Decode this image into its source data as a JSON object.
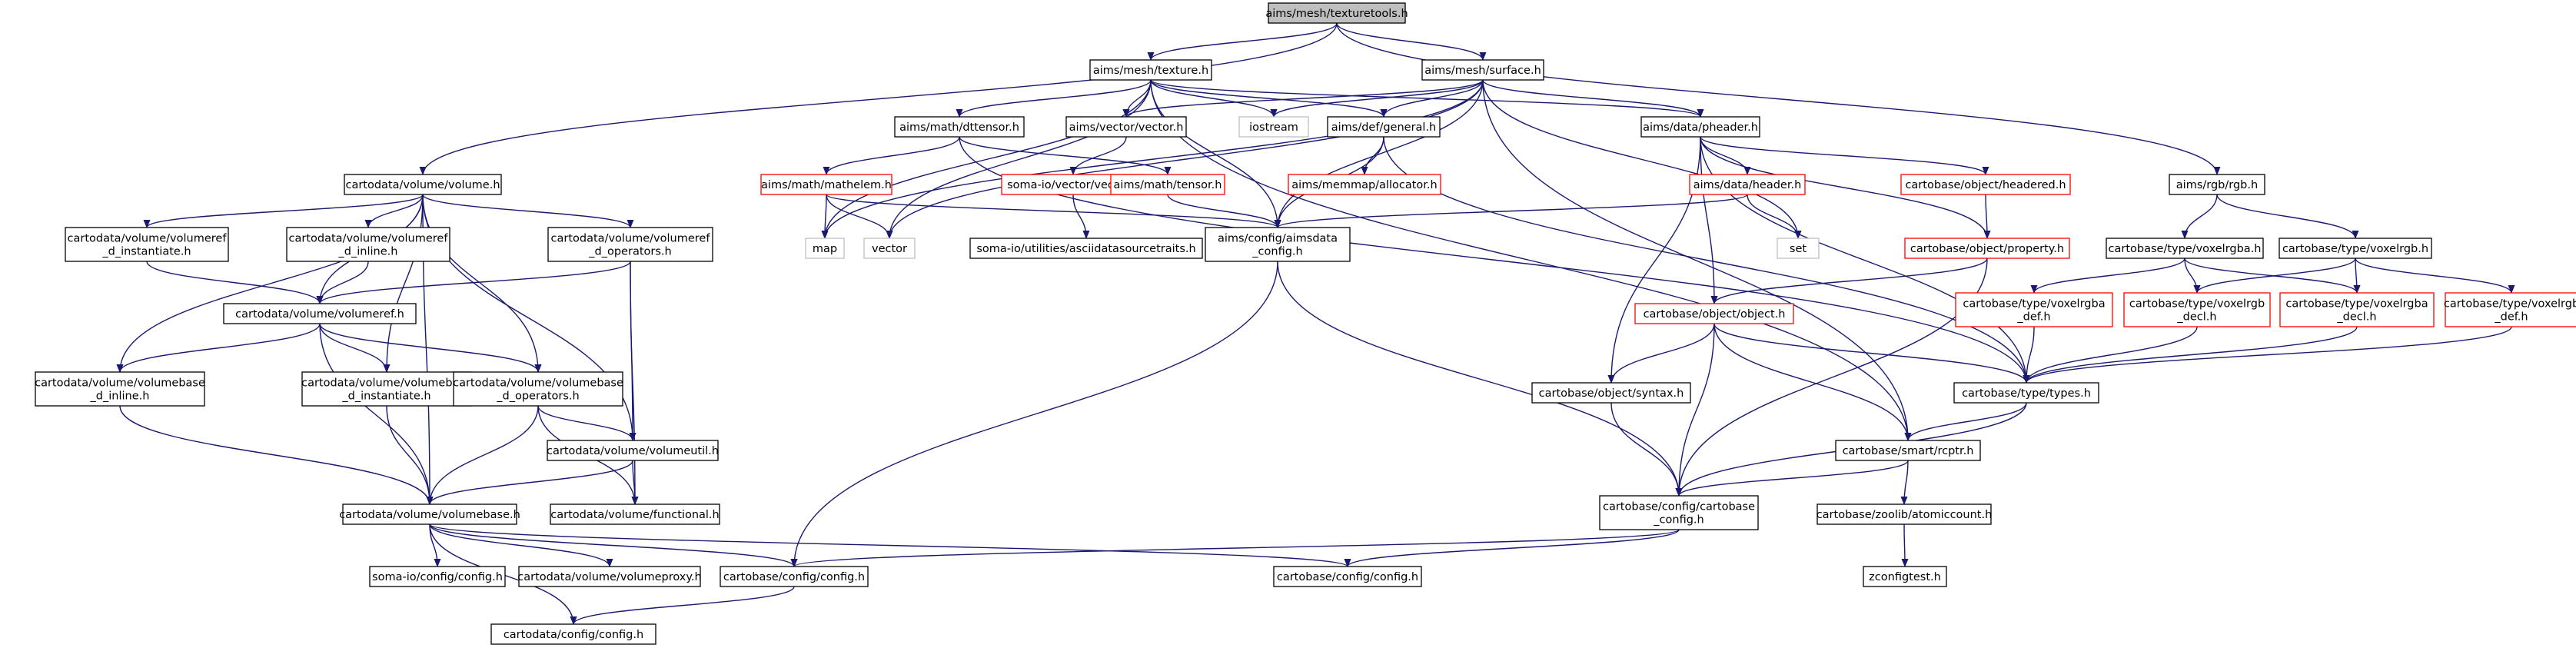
{
  "colors": {
    "root_fill": "#bfbfbf",
    "root_stroke": "#000000",
    "doc_stroke": "#000000",
    "undoc_stroke": "#ff0000",
    "system_stroke": "#bfbfbf",
    "edge": "#191970",
    "background": "#ffffff"
  },
  "nodes": [
    {
      "id": "texturetools",
      "lines": [
        "aims/mesh/texturetools.h"
      ],
      "kind": "root"
    },
    {
      "id": "texture",
      "lines": [
        "aims/mesh/texture.h"
      ],
      "kind": "doc"
    },
    {
      "id": "surface",
      "lines": [
        "aims/mesh/surface.h"
      ],
      "kind": "doc"
    },
    {
      "id": "volume",
      "lines": [
        "cartodata/volume/volume.h"
      ],
      "kind": "doc"
    },
    {
      "id": "rgb",
      "lines": [
        "aims/rgb/rgb.h"
      ],
      "kind": "doc"
    },
    {
      "id": "dttensor",
      "lines": [
        "aims/math/dttensor.h"
      ],
      "kind": "doc"
    },
    {
      "id": "vector_h",
      "lines": [
        "aims/vector/vector.h"
      ],
      "kind": "doc"
    },
    {
      "id": "iostream",
      "lines": [
        "iostream"
      ],
      "kind": "system"
    },
    {
      "id": "general",
      "lines": [
        "aims/def/general.h"
      ],
      "kind": "doc"
    },
    {
      "id": "pheader",
      "lines": [
        "aims/data/pheader.h"
      ],
      "kind": "doc"
    },
    {
      "id": "mathelem",
      "lines": [
        "aims/math/mathelem.h"
      ],
      "kind": "undoc"
    },
    {
      "id": "somaio_vector",
      "lines": [
        "soma-io/vector/vector.h"
      ],
      "kind": "undoc"
    },
    {
      "id": "tensor",
      "lines": [
        "aims/math/tensor.h"
      ],
      "kind": "undoc"
    },
    {
      "id": "allocator",
      "lines": [
        "aims/memmap/allocator.h"
      ],
      "kind": "undoc"
    },
    {
      "id": "header",
      "lines": [
        "aims/data/header.h"
      ],
      "kind": "undoc"
    },
    {
      "id": "headered",
      "lines": [
        "cartobase/object/headered.h"
      ],
      "kind": "undoc"
    },
    {
      "id": "map",
      "lines": [
        "map"
      ],
      "kind": "system"
    },
    {
      "id": "vector_std",
      "lines": [
        "vector"
      ],
      "kind": "system"
    },
    {
      "id": "asciidata",
      "lines": [
        "soma-io/utilities/asciidatasourcetraits.h"
      ],
      "kind": "doc"
    },
    {
      "id": "aimsdata_config",
      "lines": [
        "aims/config/aimsdata",
        "_config.h"
      ],
      "kind": "doc"
    },
    {
      "id": "set",
      "lines": [
        "set"
      ],
      "kind": "system"
    },
    {
      "id": "property",
      "lines": [
        "cartobase/object/property.h"
      ],
      "kind": "undoc"
    },
    {
      "id": "voxelrgba",
      "lines": [
        "cartobase/type/voxelrgba.h"
      ],
      "kind": "doc"
    },
    {
      "id": "voxelrgb",
      "lines": [
        "cartobase/type/voxelrgb.h"
      ],
      "kind": "doc"
    },
    {
      "id": "vr_instantiate",
      "lines": [
        "cartodata/volume/volumeref",
        "_d_instantiate.h"
      ],
      "kind": "doc"
    },
    {
      "id": "vr_inline",
      "lines": [
        "cartodata/volume/volumeref",
        "_d_inline.h"
      ],
      "kind": "doc"
    },
    {
      "id": "vr_operators",
      "lines": [
        "cartodata/volume/volumeref",
        "_d_operators.h"
      ],
      "kind": "doc"
    },
    {
      "id": "volumeref",
      "lines": [
        "cartodata/volume/volumeref.h"
      ],
      "kind": "doc"
    },
    {
      "id": "object",
      "lines": [
        "cartobase/object/object.h"
      ],
      "kind": "undoc"
    },
    {
      "id": "vrgba_def",
      "lines": [
        "cartobase/type/voxelrgba",
        "_def.h"
      ],
      "kind": "undoc"
    },
    {
      "id": "vrgb_decl",
      "lines": [
        "cartobase/type/voxelrgb",
        "_decl.h"
      ],
      "kind": "undoc"
    },
    {
      "id": "vrgba_decl",
      "lines": [
        "cartobase/type/voxelrgba",
        "_decl.h"
      ],
      "kind": "undoc"
    },
    {
      "id": "vrgb_def",
      "lines": [
        "cartobase/type/voxelrgb",
        "_def.h"
      ],
      "kind": "undoc"
    },
    {
      "id": "vb_inline",
      "lines": [
        "cartodata/volume/volumebase",
        "_d_inline.h"
      ],
      "kind": "doc"
    },
    {
      "id": "vb_instantiate",
      "lines": [
        "cartodata/volume/volumebase",
        "_d_instantiate.h"
      ],
      "kind": "doc"
    },
    {
      "id": "vb_operators",
      "lines": [
        "cartodata/volume/volumebase",
        "_d_operators.h"
      ],
      "kind": "doc"
    },
    {
      "id": "syntax",
      "lines": [
        "cartobase/object/syntax.h"
      ],
      "kind": "doc"
    },
    {
      "id": "types",
      "lines": [
        "cartobase/type/types.h"
      ],
      "kind": "doc"
    },
    {
      "id": "volumeutil",
      "lines": [
        "cartodata/volume/volumeutil.h"
      ],
      "kind": "doc"
    },
    {
      "id": "rcptr",
      "lines": [
        "cartobase/smart/rcptr.h"
      ],
      "kind": "doc"
    },
    {
      "id": "functional",
      "lines": [
        "cartodata/volume/functional.h"
      ],
      "kind": "doc"
    },
    {
      "id": "volumebase",
      "lines": [
        "cartodata/volume/volumebase.h"
      ],
      "kind": "doc"
    },
    {
      "id": "cb_cfg",
      "lines": [
        "cartobase/config/cartobase",
        "_config.h"
      ],
      "kind": "doc"
    },
    {
      "id": "atomiccount",
      "lines": [
        "cartobase/zoolib/atomiccount.h"
      ],
      "kind": "doc"
    },
    {
      "id": "somaio_config",
      "lines": [
        "soma-io/config/config.h"
      ],
      "kind": "doc"
    },
    {
      "id": "volumeproxy",
      "lines": [
        "cartodata/volume/volumeproxy.h"
      ],
      "kind": "doc"
    },
    {
      "id": "cb_config_a",
      "lines": [
        "cartobase/config/config.h"
      ],
      "kind": "doc"
    },
    {
      "id": "cb_config_b",
      "lines": [
        "cartobase/config/config.h"
      ],
      "kind": "doc"
    },
    {
      "id": "zconfigtest",
      "lines": [
        "zconfigtest.h"
      ],
      "kind": "doc"
    },
    {
      "id": "cd_config",
      "lines": [
        "cartodata/config/config.h"
      ],
      "kind": "doc"
    }
  ],
  "edges": [
    [
      "texturetools",
      "texture"
    ],
    [
      "texturetools",
      "surface"
    ],
    [
      "texturetools",
      "volume"
    ],
    [
      "texturetools",
      "rgb"
    ],
    [
      "texture",
      "dttensor"
    ],
    [
      "texture",
      "vector_h"
    ],
    [
      "texture",
      "iostream"
    ],
    [
      "texture",
      "general"
    ],
    [
      "texture",
      "pheader"
    ],
    [
      "texture",
      "map"
    ],
    [
      "texture",
      "vector_std"
    ],
    [
      "texture",
      "aimsdata_config"
    ],
    [
      "texture",
      "rcptr"
    ],
    [
      "surface",
      "vector_h"
    ],
    [
      "surface",
      "iostream"
    ],
    [
      "surface",
      "general"
    ],
    [
      "surface",
      "pheader"
    ],
    [
      "surface",
      "map"
    ],
    [
      "surface",
      "vector_std"
    ],
    [
      "surface",
      "aimsdata_config"
    ],
    [
      "surface",
      "set"
    ],
    [
      "surface",
      "rcptr"
    ],
    [
      "dttensor",
      "mathelem"
    ],
    [
      "dttensor",
      "tensor"
    ],
    [
      "dttensor",
      "types"
    ],
    [
      "vector_h",
      "somaio_vector"
    ],
    [
      "general",
      "allocator"
    ],
    [
      "general",
      "aimsdata_config"
    ],
    [
      "general",
      "types"
    ],
    [
      "mathelem",
      "map"
    ],
    [
      "mathelem",
      "vector_std"
    ],
    [
      "mathelem",
      "aimsdata_config"
    ],
    [
      "tensor",
      "aimsdata_config"
    ],
    [
      "somaio_vector",
      "asciidata"
    ],
    [
      "pheader",
      "header"
    ],
    [
      "pheader",
      "headered"
    ],
    [
      "pheader",
      "property"
    ],
    [
      "pheader",
      "object"
    ],
    [
      "pheader",
      "syntax"
    ],
    [
      "pheader",
      "types"
    ],
    [
      "header",
      "aimsdata_config"
    ],
    [
      "header",
      "set"
    ],
    [
      "headered",
      "property"
    ],
    [
      "property",
      "object"
    ],
    [
      "property",
      "cb_cfg"
    ],
    [
      "aimsdata_config",
      "cb_config_a"
    ],
    [
      "aimsdata_config",
      "cb_cfg"
    ],
    [
      "object",
      "syntax"
    ],
    [
      "object",
      "types"
    ],
    [
      "object",
      "rcptr"
    ],
    [
      "object",
      "cb_cfg"
    ],
    [
      "syntax",
      "cb_cfg"
    ],
    [
      "types",
      "rcptr"
    ],
    [
      "types",
      "cb_cfg"
    ],
    [
      "rcptr",
      "cb_cfg"
    ],
    [
      "rcptr",
      "atomiccount"
    ],
    [
      "atomiccount",
      "zconfigtest"
    ],
    [
      "cb_cfg",
      "cb_config_a"
    ],
    [
      "cb_cfg",
      "cb_config_b"
    ],
    [
      "rgb",
      "voxelrgba"
    ],
    [
      "rgb",
      "voxelrgb"
    ],
    [
      "voxelrgba",
      "vrgba_def"
    ],
    [
      "voxelrgba",
      "vrgb_decl"
    ],
    [
      "voxelrgba",
      "vrgba_decl"
    ],
    [
      "voxelrgb",
      "vrgb_decl"
    ],
    [
      "voxelrgb",
      "vrgba_decl"
    ],
    [
      "voxelrgb",
      "vrgb_def"
    ],
    [
      "vrgba_def",
      "types"
    ],
    [
      "vrgb_decl",
      "types"
    ],
    [
      "vrgba_decl",
      "types"
    ],
    [
      "vrgb_def",
      "types"
    ],
    [
      "volume",
      "vr_instantiate"
    ],
    [
      "volume",
      "vr_inline"
    ],
    [
      "volume",
      "vr_operators"
    ],
    [
      "volume",
      "volumeref"
    ],
    [
      "volume",
      "vb_inline"
    ],
    [
      "volume",
      "vb_instantiate"
    ],
    [
      "volume",
      "vb_operators"
    ],
    [
      "volume",
      "volumeutil"
    ],
    [
      "volume",
      "volumebase"
    ],
    [
      "vr_instantiate",
      "volumeref"
    ],
    [
      "vr_inline",
      "volumeref"
    ],
    [
      "vr_operators",
      "volumeref"
    ],
    [
      "vr_operators",
      "volumeutil"
    ],
    [
      "vr_operators",
      "functional"
    ],
    [
      "volumeref",
      "vb_inline"
    ],
    [
      "volumeref",
      "vb_instantiate"
    ],
    [
      "volumeref",
      "vb_operators"
    ],
    [
      "volumeref",
      "volumebase"
    ],
    [
      "vb_inline",
      "volumebase"
    ],
    [
      "vb_instantiate",
      "volumebase"
    ],
    [
      "vb_operators",
      "volumeutil"
    ],
    [
      "vb_operators",
      "functional"
    ],
    [
      "vb_operators",
      "volumebase"
    ],
    [
      "volumeutil",
      "functional"
    ],
    [
      "volumeutil",
      "volumebase"
    ],
    [
      "volumebase",
      "somaio_config"
    ],
    [
      "volumebase",
      "volumeproxy"
    ],
    [
      "volumebase",
      "cb_config_a"
    ],
    [
      "volumebase",
      "cb_config_b"
    ],
    [
      "volumebase",
      "cd_config"
    ],
    [
      "cb_config_a",
      "cd_config"
    ]
  ]
}
